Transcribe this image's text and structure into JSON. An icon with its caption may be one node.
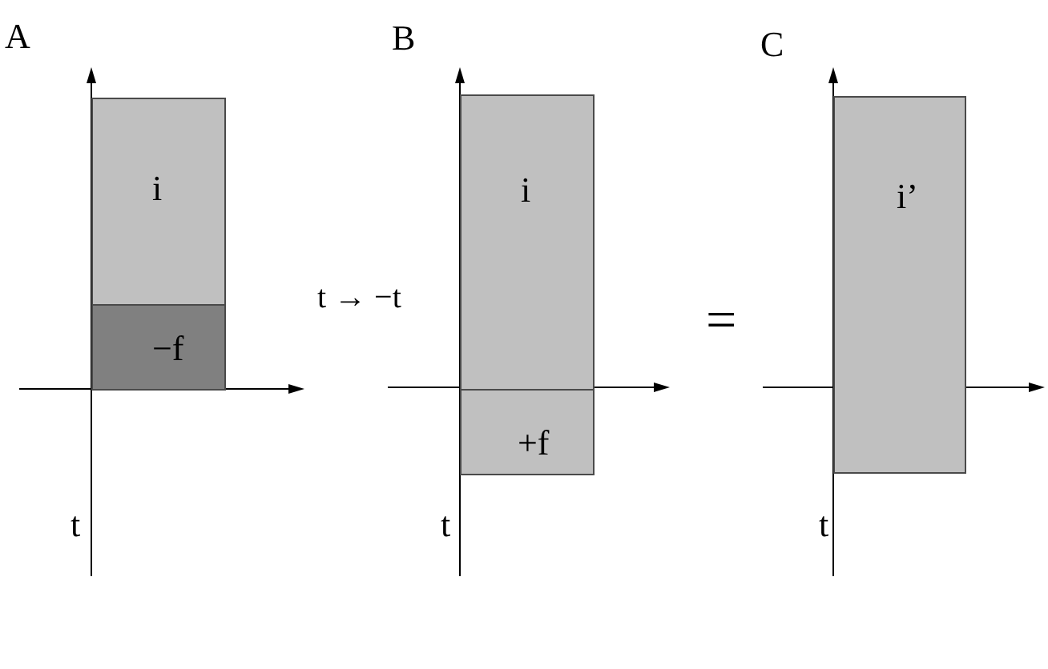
{
  "diagram": {
    "nodes": [
      {
        "text": [
          "i"
        ]
      },
      {
        "text": [
          "−f"
        ]
      },
      {
        "text": [
          "i"
        ]
      },
      {
        "text": [
          "+f"
        ]
      },
      {
        "text": [
          "i’"
        ]
      }
    ],
    "labels": [
      "A",
      "B",
      "C",
      "t → −t",
      "=",
      "t",
      "t",
      "t"
    ]
  }
}
